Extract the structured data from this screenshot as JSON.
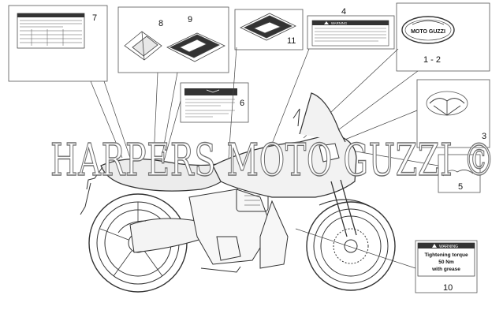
{
  "watermark": "HARPERS MOTO GUZZI ©",
  "callouts": [
    {
      "id": "7",
      "label": "7"
    },
    {
      "id": "8",
      "label": "8"
    },
    {
      "id": "9",
      "label": "9"
    },
    {
      "id": "11",
      "label": "11"
    },
    {
      "id": "4",
      "label": "4"
    },
    {
      "id": "1-2",
      "label": "1 - 2"
    },
    {
      "id": "6",
      "label": "6"
    },
    {
      "id": "3",
      "label": "3"
    },
    {
      "id": "5",
      "label": "5"
    },
    {
      "id": "10",
      "label": "10"
    }
  ],
  "labels": {
    "warning_title": "WARNING",
    "logo_text": "MOTO GUZZI",
    "torque_warning_title": "WARNING",
    "torque_line1": "Tightening torque",
    "torque_line2": "50 Nm",
    "torque_line3": "with grease"
  }
}
